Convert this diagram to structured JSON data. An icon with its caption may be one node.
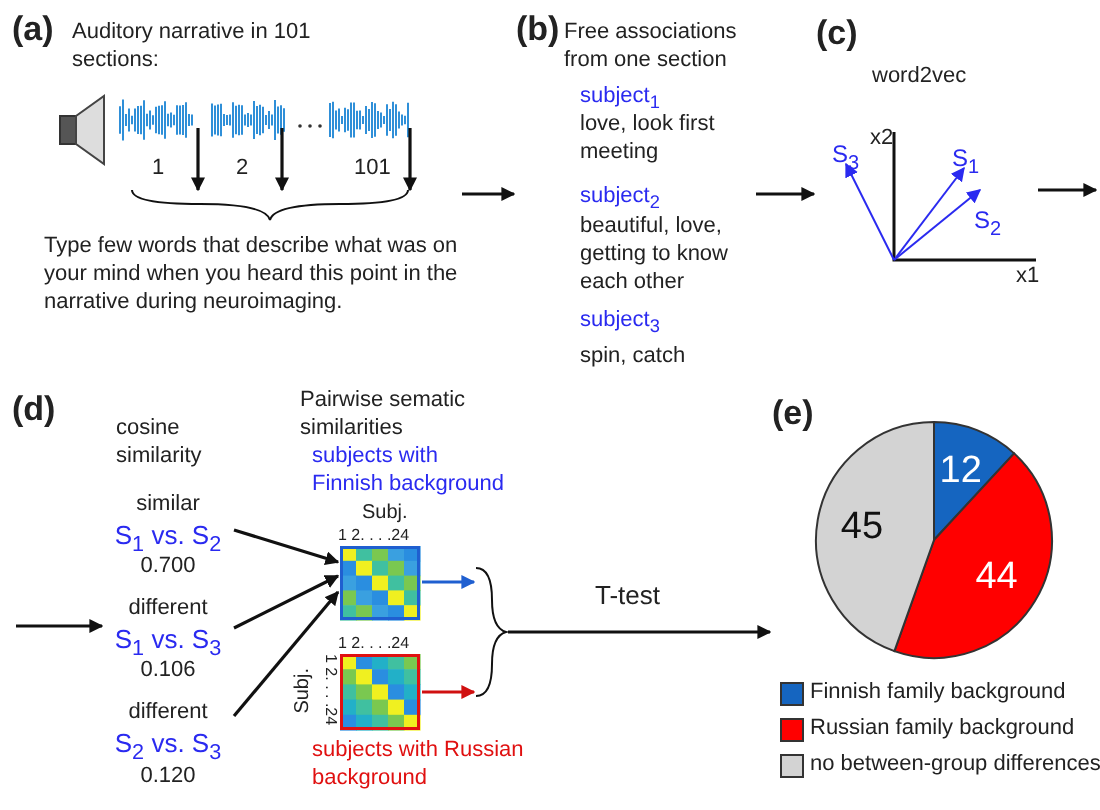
{
  "diagram": {
    "nodes": [
      {
        "text": [
          "(a)",
          "Auditory narrative  in 101 sections:",
          "Type few words that describe what was  on your mind when you heard this point  in the narrative during neuroimaging."
        ]
      },
      {
        "text": [
          "(b)",
          "Free associations from one section",
          "subject$_{1}$",
          "love, look first meeting",
          "subject$_{2}$",
          "beautiful, love, getting to know each other",
          "subject$_{3}$",
          "spin, catch"
        ]
      },
      {
        "text": [
          "(c)",
          "word2vec"
        ]
      },
      {
        "text": [
          "(d)",
          "cosine similarity",
          "Pairwise sematic similarities"
        ]
      },
      {
        "text": [
          "similar",
          "S$_{1}$ vs. S$_{2}$",
          "0.700"
        ],
        "in": 3
      },
      {
        "text": [
          "different",
          "S$_{1}$ vs. S$_{3}$",
          "0.106"
        ],
        "in": 3
      },
      {
        "text": [
          "different",
          "S$_{2}$ vs. S$_{3}$",
          "0.120"
        ],
        "in": 3
      },
      {
        "text": [
          "subjects with Finnish background",
          "Subj."
        ],
        "in": 3
      },
      {
        "text": [
          "Subj.",
          "subjects with Russian background"
        ],
        "in": 3
      },
      {
        "text": [
          "(e)"
        ]
      },
      {
        "text": [],
        "shape": "brace",
        "in": 3
      }
    ],
    "edges": [
      {
        "from": 0,
        "to": 1,
        "arrow": "to"
      },
      {
        "from": 1,
        "to": 2,
        "arrow": "to"
      },
      {
        "from": 2,
        "to": null,
        "arrow": "to"
      },
      {
        "from": null,
        "to": 5,
        "arrow": "to"
      },
      {
        "from": 4,
        "to": 7,
        "arrow": "to"
      },
      {
        "from": 5,
        "to": 7,
        "arrow": "to"
      },
      {
        "from": 6,
        "to": 7,
        "arrow": "to"
      },
      {
        "from": 7,
        "to": 10,
        "arrow": "to",
        "color": "#1f5fd0"
      },
      {
        "from": 8,
        "to": 10,
        "arrow": "to",
        "color": "#d01010"
      },
      {
        "from": 10,
        "to": 9,
        "arrow": "to",
        "label": "T-test"
      }
    ],
    "labels": [
      "1",
      "2",
      "101",
      "x2",
      "x1",
      "S$_{3}$",
      "S$_{1}$",
      "S$_{2}$",
      "1 2. . . .24",
      "1 2. . . .24",
      "1 2. . . .24"
    ],
    "legend": [
      {
        "text": "Finnish family background",
        "color": "#1565c0"
      },
      {
        "text": "Russian family background",
        "color": "#ff0000"
      },
      {
        "text": "no between-group differences",
        "color": "#d3d3d3"
      }
    ],
    "chart_data": {
      "type": "pie",
      "values": [
        12,
        44,
        45
      ],
      "data_labels": true
    }
  }
}
